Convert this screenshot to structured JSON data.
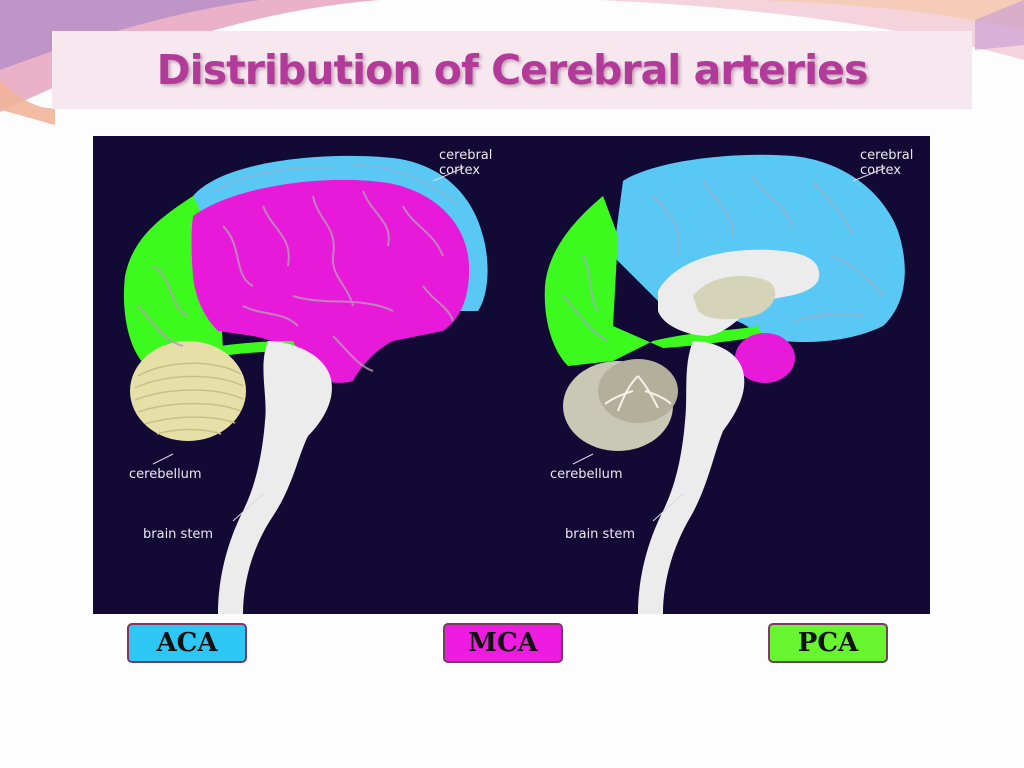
{
  "title": "Distribution of Cerebral arteries",
  "diagram": {
    "panels": [
      {
        "view": "lateral",
        "labels": {
          "cortex_line1": "cerebral",
          "cortex_line2": "cortex",
          "cerebellum": "cerebellum",
          "brain_stem": "brain stem"
        }
      },
      {
        "view": "medial",
        "labels": {
          "cortex_line1": "cerebral",
          "cortex_line2": "cortex",
          "cerebellum": "cerebellum",
          "brain_stem": "brain stem"
        }
      }
    ],
    "colors": {
      "background": "#120a35",
      "aca": "#5ac8f4",
      "mca": "#e81ad9",
      "pca": "#3dfa1e",
      "cerebellum": "#e6e0a8",
      "brain_stem": "#ececec"
    }
  },
  "legend": [
    {
      "label": "ACA",
      "color": "#2ec6f5"
    },
    {
      "label": "MCA",
      "color": "#ee1ce0"
    },
    {
      "label": "PCA",
      "color": "#66f52e"
    }
  ]
}
